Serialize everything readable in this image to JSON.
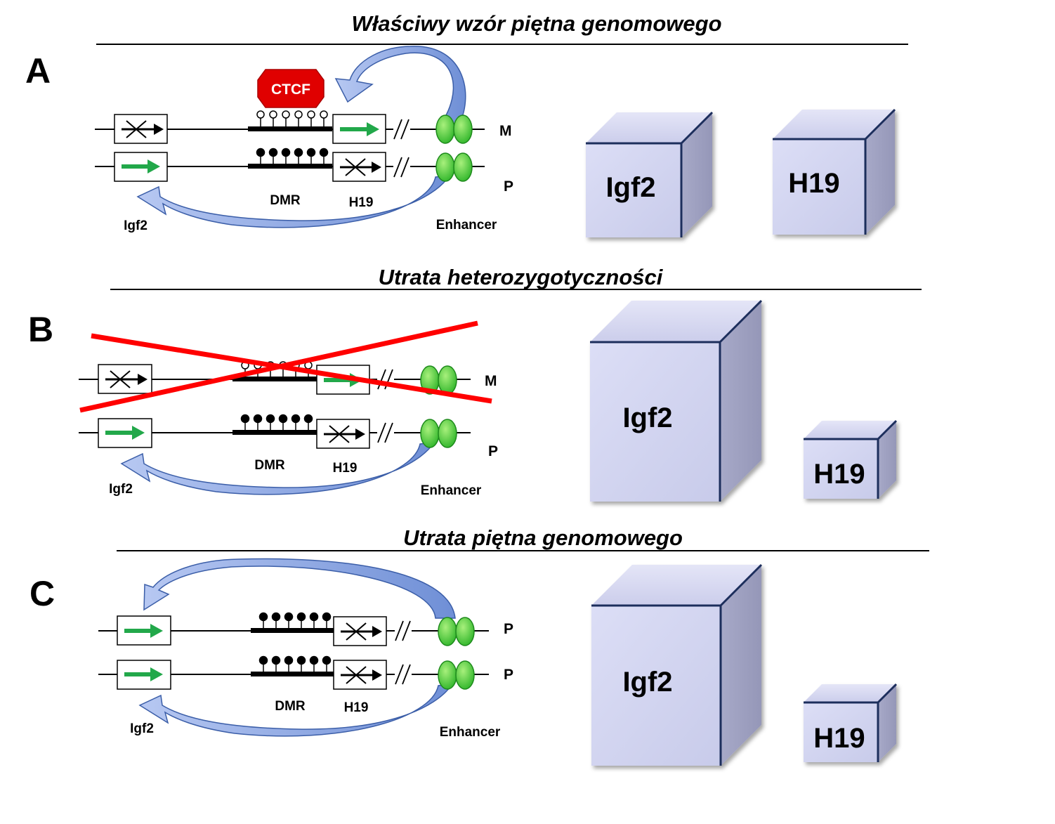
{
  "panels": [
    {
      "letter": "A",
      "title": "Właściwy wzór piętna genomowego",
      "strand_top": "M",
      "strand_bottom": "P",
      "ctcf_label": "CTCF",
      "dmr_label": "DMR",
      "h19_label": "H19",
      "igf2_label": "Igf2",
      "enhancer_label": "Enhancer",
      "cube_igf2": "Igf2",
      "cube_h19": "H19"
    },
    {
      "letter": "B",
      "title": "Utrata heterozygotyczności",
      "strand_top": "M",
      "strand_bottom": "P",
      "dmr_label": "DMR",
      "h19_label": "H19",
      "igf2_label": "Igf2",
      "enhancer_label": "Enhancer",
      "cube_igf2": "Igf2",
      "cube_h19": "H19"
    },
    {
      "letter": "C",
      "title": "Utrata piętna genomowego",
      "strand_top": "P",
      "strand_bottom": "P",
      "dmr_label": "DMR",
      "h19_label": "H19",
      "igf2_label": "Igf2",
      "enhancer_label": "Enhancer",
      "cube_igf2": "Igf2",
      "cube_h19": "H19"
    }
  ],
  "colors": {
    "cube_front": "#d2d4ef",
    "cube_side": "#a2a4c2",
    "cube_edge": "#1f2d5c",
    "enhancer_green": "#3fcf2f",
    "promoter_arrow": "#22a84a",
    "loop_arrow": "#8fb0e8",
    "cross_red": "#ff0000",
    "ctcf_red": "#e00000"
  }
}
